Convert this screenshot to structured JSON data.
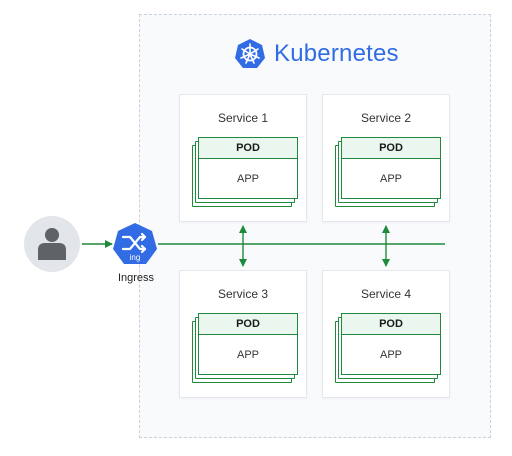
{
  "title": "Kubernetes",
  "ingress_label": "Ingress",
  "ingress_badge": "ing",
  "colors": {
    "k8s_blue": "#326ce5",
    "pod_green": "#1f8a3c",
    "pod_header_bg": "#eaf6ee",
    "cluster_bg": "#f8fafc"
  },
  "icons": {
    "kubernetes": "kubernetes-logo-icon",
    "user": "user-icon",
    "ingress": "ingress-icon"
  },
  "services": [
    {
      "label": "Service 1",
      "pod": "POD",
      "app": "APP"
    },
    {
      "label": "Service 2",
      "pod": "POD",
      "app": "APP"
    },
    {
      "label": "Service 3",
      "pod": "POD",
      "app": "APP"
    },
    {
      "label": "Service 4",
      "pod": "POD",
      "app": "APP"
    }
  ]
}
